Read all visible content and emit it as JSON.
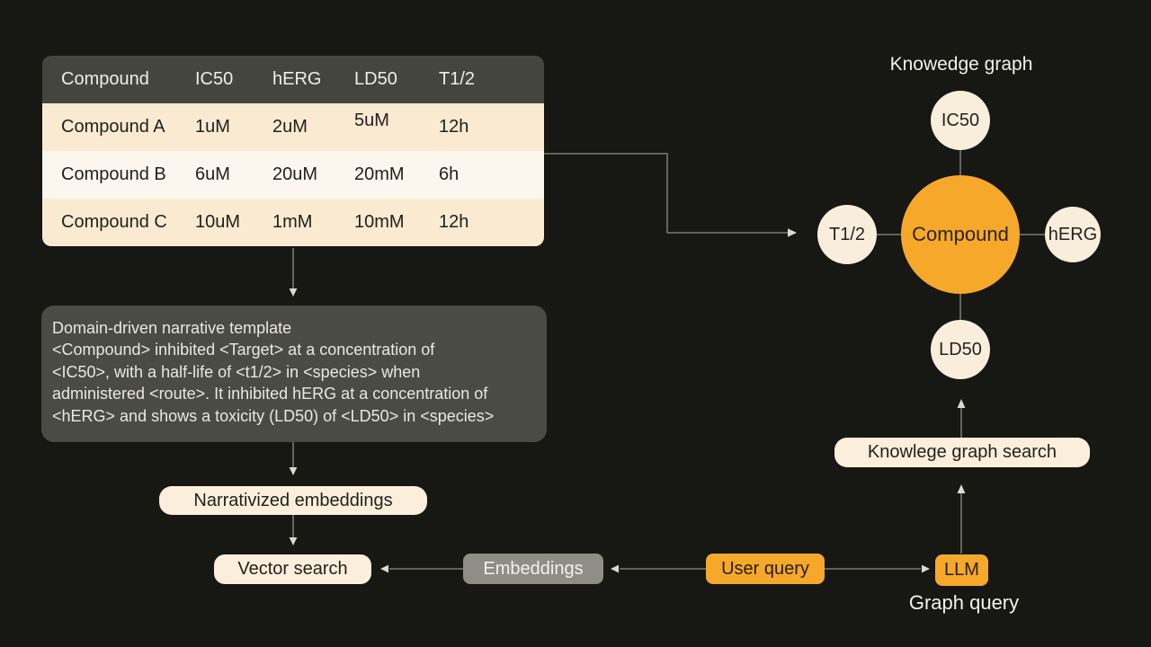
{
  "colors": {
    "background": "#171713",
    "accent_orange": "#F6A82B",
    "cream": "#F9EEDC",
    "table_row_cream": "#FAEAD1",
    "table_row_light": "#FCF7EE",
    "table_header_bg": "#454540",
    "template_box_bg": "#4B4B45",
    "embeddings_chip_bg": "#8E8E86",
    "connector_line": "#8F8F89"
  },
  "table": {
    "headers": [
      "Compound",
      "IC50",
      "hERG",
      "LD50",
      "T1/2"
    ],
    "rows": [
      [
        "Compound A",
        "1uM",
        "2uM",
        "5uM",
        "12h"
      ],
      [
        "Compound B",
        "6uM",
        "20uM",
        "20mM",
        "6h"
      ],
      [
        "Compound C",
        "10uM",
        "1mM",
        "10mM",
        "12h"
      ]
    ]
  },
  "template_box": {
    "lines": [
      "Domain-driven narrative template",
      "<Compound> inhibited <Target> at a concentration of",
      "<IC50>, with a half-life of <t1/2> in <species> when",
      "administered <route>. It inhibited hERG at a concentration of",
      "<hERG> and shows a toxicity (LD50) of <LD50> in <species>"
    ]
  },
  "graph": {
    "title": "Knowedge graph",
    "center_node": "Compound",
    "nodes": {
      "top": "IC50",
      "left": "T1/2",
      "right": "hERG",
      "bottom": "LD50"
    }
  },
  "flow": {
    "narrativized": "Narrativized embeddings",
    "vector_search": "Vector search",
    "embeddings": "Embeddings",
    "user_query": "User query",
    "llm": "LLM",
    "graph_query": "Graph query",
    "kg_search": "Knowlege graph search"
  }
}
